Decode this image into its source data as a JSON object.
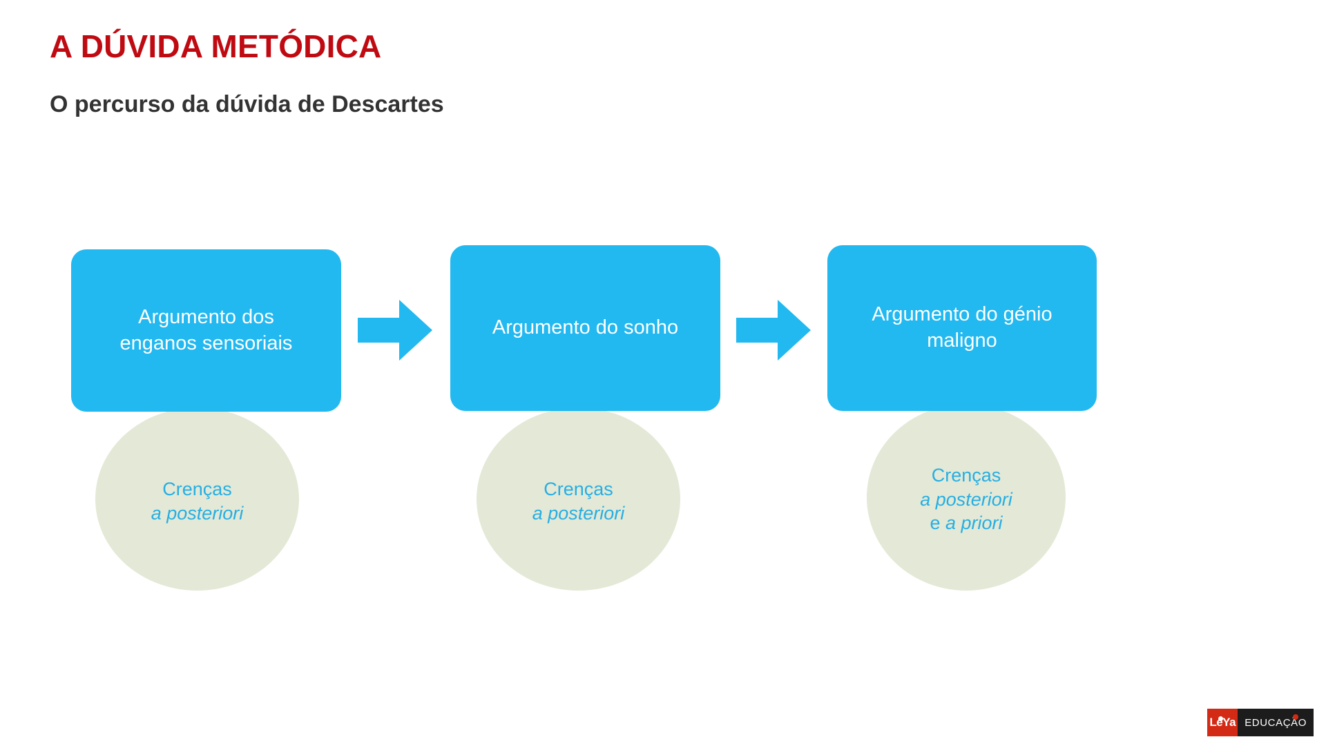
{
  "slide": {
    "title": "A DÚVIDA METÓDICA",
    "subtitle": "O percurso da dúvida de Descartes",
    "title_color": "#C00A12",
    "subtitle_color": "#333333",
    "background_color": "#FFFFFF"
  },
  "diagram": {
    "box_color": "#22B8F0",
    "box_text_color": "#FFFFFF",
    "ellipse_color": "#E3E9D6",
    "ellipse_text_color": "#27AEE3",
    "arrow_color": "#22B8F0",
    "steps": [
      {
        "box_label_line1": "Argumento dos",
        "box_label_line2": "enganos sensoriais",
        "belief_title": "Crenças",
        "belief_line2_italic": "a posteriori",
        "belief_line3_prefix": "",
        "belief_line3_italic": ""
      },
      {
        "box_label_line1": "Argumento do sonho",
        "box_label_line2": "",
        "belief_title": "Crenças",
        "belief_line2_italic": "a posteriori",
        "belief_line3_prefix": "",
        "belief_line3_italic": ""
      },
      {
        "box_label_line1": "Argumento do génio",
        "box_label_line2": "maligno",
        "belief_title": "Crenças",
        "belief_line2_italic": "a posteriori",
        "belief_line3_prefix": "e ",
        "belief_line3_italic": "a priori"
      }
    ],
    "arrows": [
      {
        "name": "arrow-1"
      },
      {
        "name": "arrow-2"
      }
    ]
  },
  "logo": {
    "mark": "LeYa",
    "word": "EDUCAÇÃO",
    "mark_color": "#D32A16",
    "word_bg_color": "#1C1C1C"
  }
}
